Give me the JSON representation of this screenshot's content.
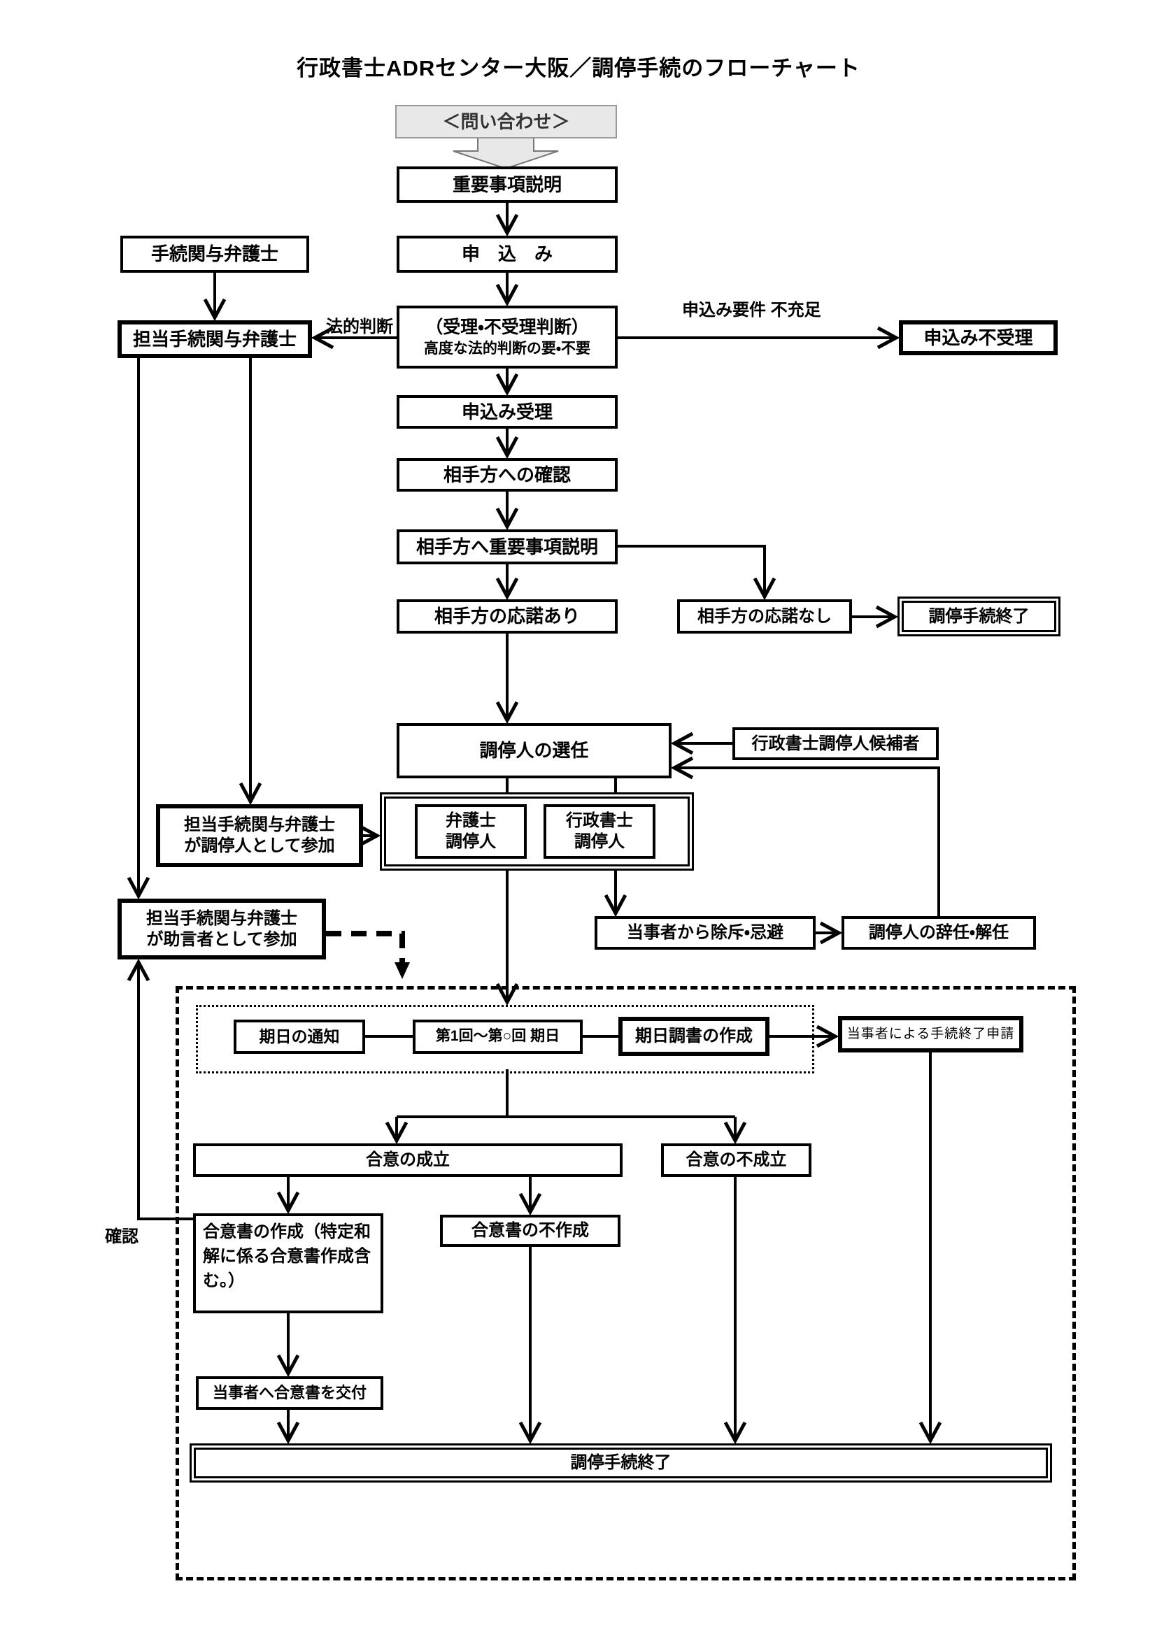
{
  "title": "行政書士ADRセンター大阪／調停手続のフローチャート",
  "nodes": {
    "inquiry": {
      "label": "＜問い合わせ＞"
    },
    "important_matters": {
      "label": "重要事項説明"
    },
    "application": {
      "label": "申　込　み"
    },
    "procedural_lawyer": {
      "label": "手続関与弁護士"
    },
    "assigned_lawyer": {
      "label": "担当手続関与弁護士"
    },
    "acceptance_judgement": {
      "label": "（受理・不受理判断）",
      "sublabel": "高度な法的判断の要・不要"
    },
    "application_rejected": {
      "label": "申込み不受理"
    },
    "application_accepted": {
      "label": "申込み受理"
    },
    "confirm_other_party": {
      "label": "相手方への確認"
    },
    "explain_other_party": {
      "label": "相手方へ重要事項説明"
    },
    "consent_yes": {
      "label": "相手方の応諾あり"
    },
    "consent_no": {
      "label": "相手方の応諾なし"
    },
    "procedure_end_1": {
      "label": "調停手続終了"
    },
    "mediator_selection": {
      "label": "調停人の選任"
    },
    "mediator_candidates": {
      "label": "行政書士調停人候補者"
    },
    "lawyer_mediator": {
      "label": "弁護士\n調停人"
    },
    "gyosei_mediator": {
      "label": "行政書士\n調停人"
    },
    "lawyer_as_mediator": {
      "label": "担当手続関与弁護士\nが調停人として参加"
    },
    "lawyer_as_advisor": {
      "label": "担当手続関与弁護士\nが助言者として参加"
    },
    "challenge": {
      "label": "当事者から除斥・忌避"
    },
    "resignation": {
      "label": "調停人の辞任・解任"
    },
    "date_notice": {
      "label": "期日の通知"
    },
    "sessions": {
      "label": "第1回～第○回 期日"
    },
    "record": {
      "label": "期日調書の作成"
    },
    "party_request": {
      "label": "当事者による手続終了申請"
    },
    "agreement": {
      "label": "合意の成立"
    },
    "no_agreement": {
      "label": "合意の不成立"
    },
    "agreement_doc": {
      "label": "合意書の作成（特定和解に係る合意書作成含む。）"
    },
    "no_doc": {
      "label": "合意書の不作成"
    },
    "deliver_doc": {
      "label": "当事者へ合意書を交付"
    },
    "procedure_end_2": {
      "label": "調停手続終了"
    }
  },
  "edge_labels": {
    "legal_judgement": "法的判断",
    "insufficient": "申込み要件 不充足",
    "confirm": "確認"
  },
  "colors": {
    "line": "#000000",
    "inquiry_fill": "#e8e8e8",
    "background": "#ffffff"
  }
}
